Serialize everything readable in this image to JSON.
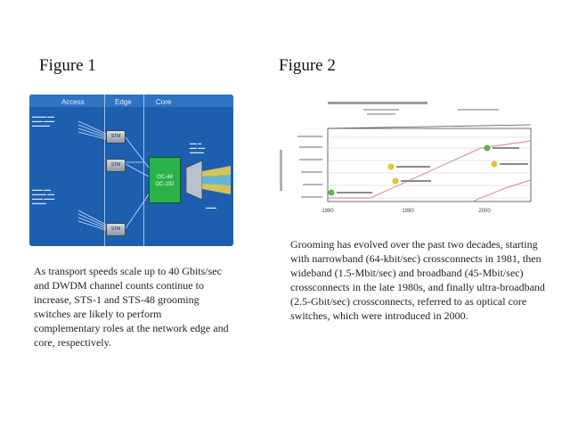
{
  "figure1": {
    "title": "Figure 1",
    "headers": [
      "Access",
      "Edge",
      "Core"
    ],
    "nodes": [
      "STM",
      "STM",
      "STM"
    ],
    "core_label_1": "OC-48",
    "core_label_2": "OC-192",
    "caption": "As transport speeds scale up to 40 Gbits/sec and DWDM channel counts continue to increase, STS-1 and STS-48 grooming switches are likely to perform complementary roles at the network edge and core, respectively."
  },
  "figure2": {
    "title": "Figure 2",
    "caption": "Grooming has evolved over the past two decades, starting with narrowband (64-kbit/sec) crossconnects in 1981, then wideband (1.5-Mbit/sec) and broadband (45-Mbit/sec) crossconnects in the late 1980s, and finally ultra-broadband (2.5-Gbit/sec) crossconnects, referred to as optical core switches, which were introduced in 2000."
  },
  "chart_data": {
    "type": "line",
    "title": "",
    "ylabel": "",
    "x_ticks": [
      "1980",
      "1990",
      "2000"
    ],
    "y_ticks": [],
    "series": [],
    "colors": {
      "line_pink": "#d49aa6",
      "line_dark": "#555555",
      "marker_green": "#5bb648",
      "marker_yellow": "#e6c13a"
    }
  }
}
